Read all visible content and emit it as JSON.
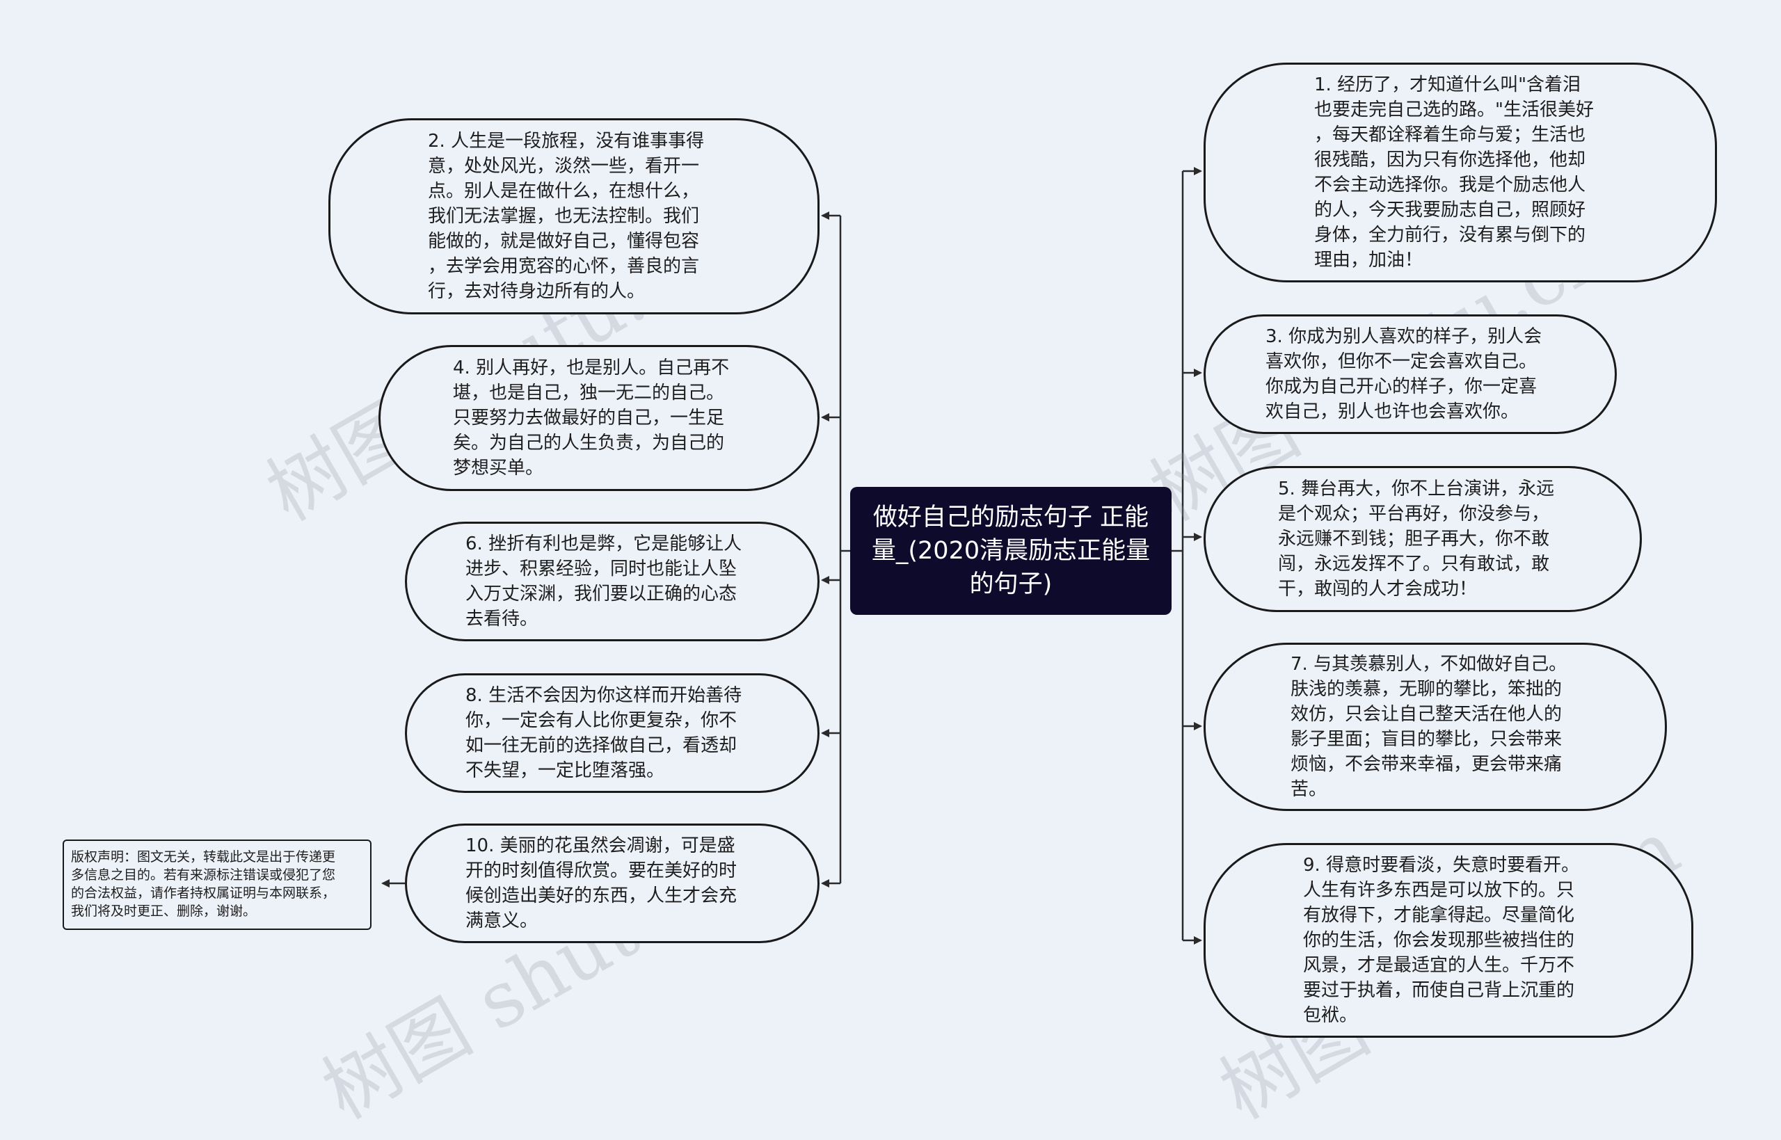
{
  "center": {
    "title": "做好自己的励志句子 正能量_(2020清晨励志正能量的句子)"
  },
  "left_nodes": [
    {
      "id": "n2",
      "text": "2. 人生是一段旅程，没有谁事事得\n意，处处风光，淡然一些，看开一\n点。别人是在做什么，在想什么，\n我们无法掌握，也无法控制。我们\n能做的，就是做好自己，懂得包容\n，去学会用宽容的心怀，善良的言\n行，去对待身边所有的人。"
    },
    {
      "id": "n4",
      "text": "4. 别人再好，也是别人。自己再不\n堪，也是自己，独一无二的自己。\n只要努力去做最好的自己，一生足\n矣。为自己的人生负责，为自己的\n梦想买单。"
    },
    {
      "id": "n6",
      "text": "6. 挫折有利也是弊，它是能够让人\n进步、积累经验，同时也能让人坠\n入万丈深渊，我们要以正确的心态\n去看待。"
    },
    {
      "id": "n8",
      "text": "8. 生活不会因为你这样而开始善待\n你，一定会有人比你更复杂，你不\n如一往无前的选择做自己，看透却\n不失望，一定比堕落强。"
    },
    {
      "id": "n10",
      "text": "10. 美丽的花虽然会凋谢，可是盛\n开的时刻值得欣赏。要在美好的时\n候创造出美好的东西，人生才会充\n满意义。"
    }
  ],
  "right_nodes": [
    {
      "id": "n1",
      "text": "1. 经历了，才知道什么叫\"含着泪\n也要走完自己选的路。\"生活很美好\n，每天都诠释着生命与爱；生活也\n很残酷，因为只有你选择他，他却\n不会主动选择你。我是个励志他人\n的人，今天我要励志自己，照顾好\n身体，全力前行，没有累与倒下的\n理由，加油！"
    },
    {
      "id": "n3",
      "text": "3. 你成为别人喜欢的样子，别人会\n喜欢你，但你不一定会喜欢自己。\n你成为自己开心的样子，你一定喜\n欢自己，别人也许也会喜欢你。"
    },
    {
      "id": "n5",
      "text": "5. 舞台再大，你不上台演讲，永远\n是个观众；平台再好，你没参与，\n永远赚不到钱；胆子再大，你不敢\n闯，永远发挥不了。只有敢试，敢\n干，敢闯的人才会成功！"
    },
    {
      "id": "n7",
      "text": "7. 与其羡慕别人，不如做好自己。\n肤浅的羡慕，无聊的攀比，笨拙的\n效仿，只会让自己整天活在他人的\n影子里面；盲目的攀比，只会带来\n烦恼，不会带来幸福，更会带来痛\n苦。"
    },
    {
      "id": "n9",
      "text": "9. 得意时要看淡，失意时要看开。\n人生有许多东西是可以放下的。只\n有放得下，才能拿得起。尽量简化\n你的生活，你会发现那些被挡住的\n风景，才是最适宜的人生。千万不\n要过于执着，而使自己背上沉重的\n包袱。"
    }
  ],
  "note": {
    "text": "版权声明：图文无关，转载此文是出于传递更\n多信息之目的。若有来源标注错误或侵犯了您\n的合法权益，请作者持权属证明与本网联系，\n我们将及时更正、删除，谢谢。"
  },
  "watermark": "树图 shutu.cn",
  "colors": {
    "background": "#edf1f8",
    "center_fill": "#0d0a2b",
    "stroke": "#1a1a1a"
  }
}
